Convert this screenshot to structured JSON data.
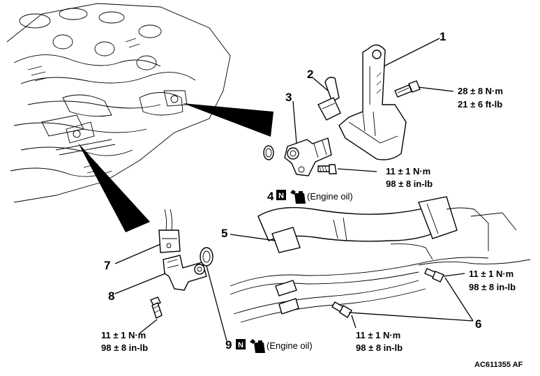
{
  "callouts": {
    "c1": "1",
    "c2": "2",
    "c3": "3",
    "c4": "4",
    "c5": "5",
    "c6": "6",
    "c7": "7",
    "c8": "8",
    "c9": "9"
  },
  "torques": {
    "t1_nm": "28 ± 8 N·m",
    "t1_ft": "21 ± 6 ft-lb",
    "t2_nm": "11 ± 1 N·m",
    "t2_in": "98 ± 8 in-lb",
    "t3_nm": "11 ± 1 N·m",
    "t3_in": "98 ± 8 in-lb",
    "t4_nm": "11 ± 1 N·m",
    "t4_in": "98 ± 8 in-lb",
    "t5_nm": "11 ± 1 N·m",
    "t5_in": "98 ± 8 in-lb"
  },
  "notes": {
    "new_part_symbol": "N",
    "engine_oil_4": "(Engine oil)",
    "engine_oil_9": "(Engine oil)"
  },
  "figure_code": "AC611355 AF"
}
